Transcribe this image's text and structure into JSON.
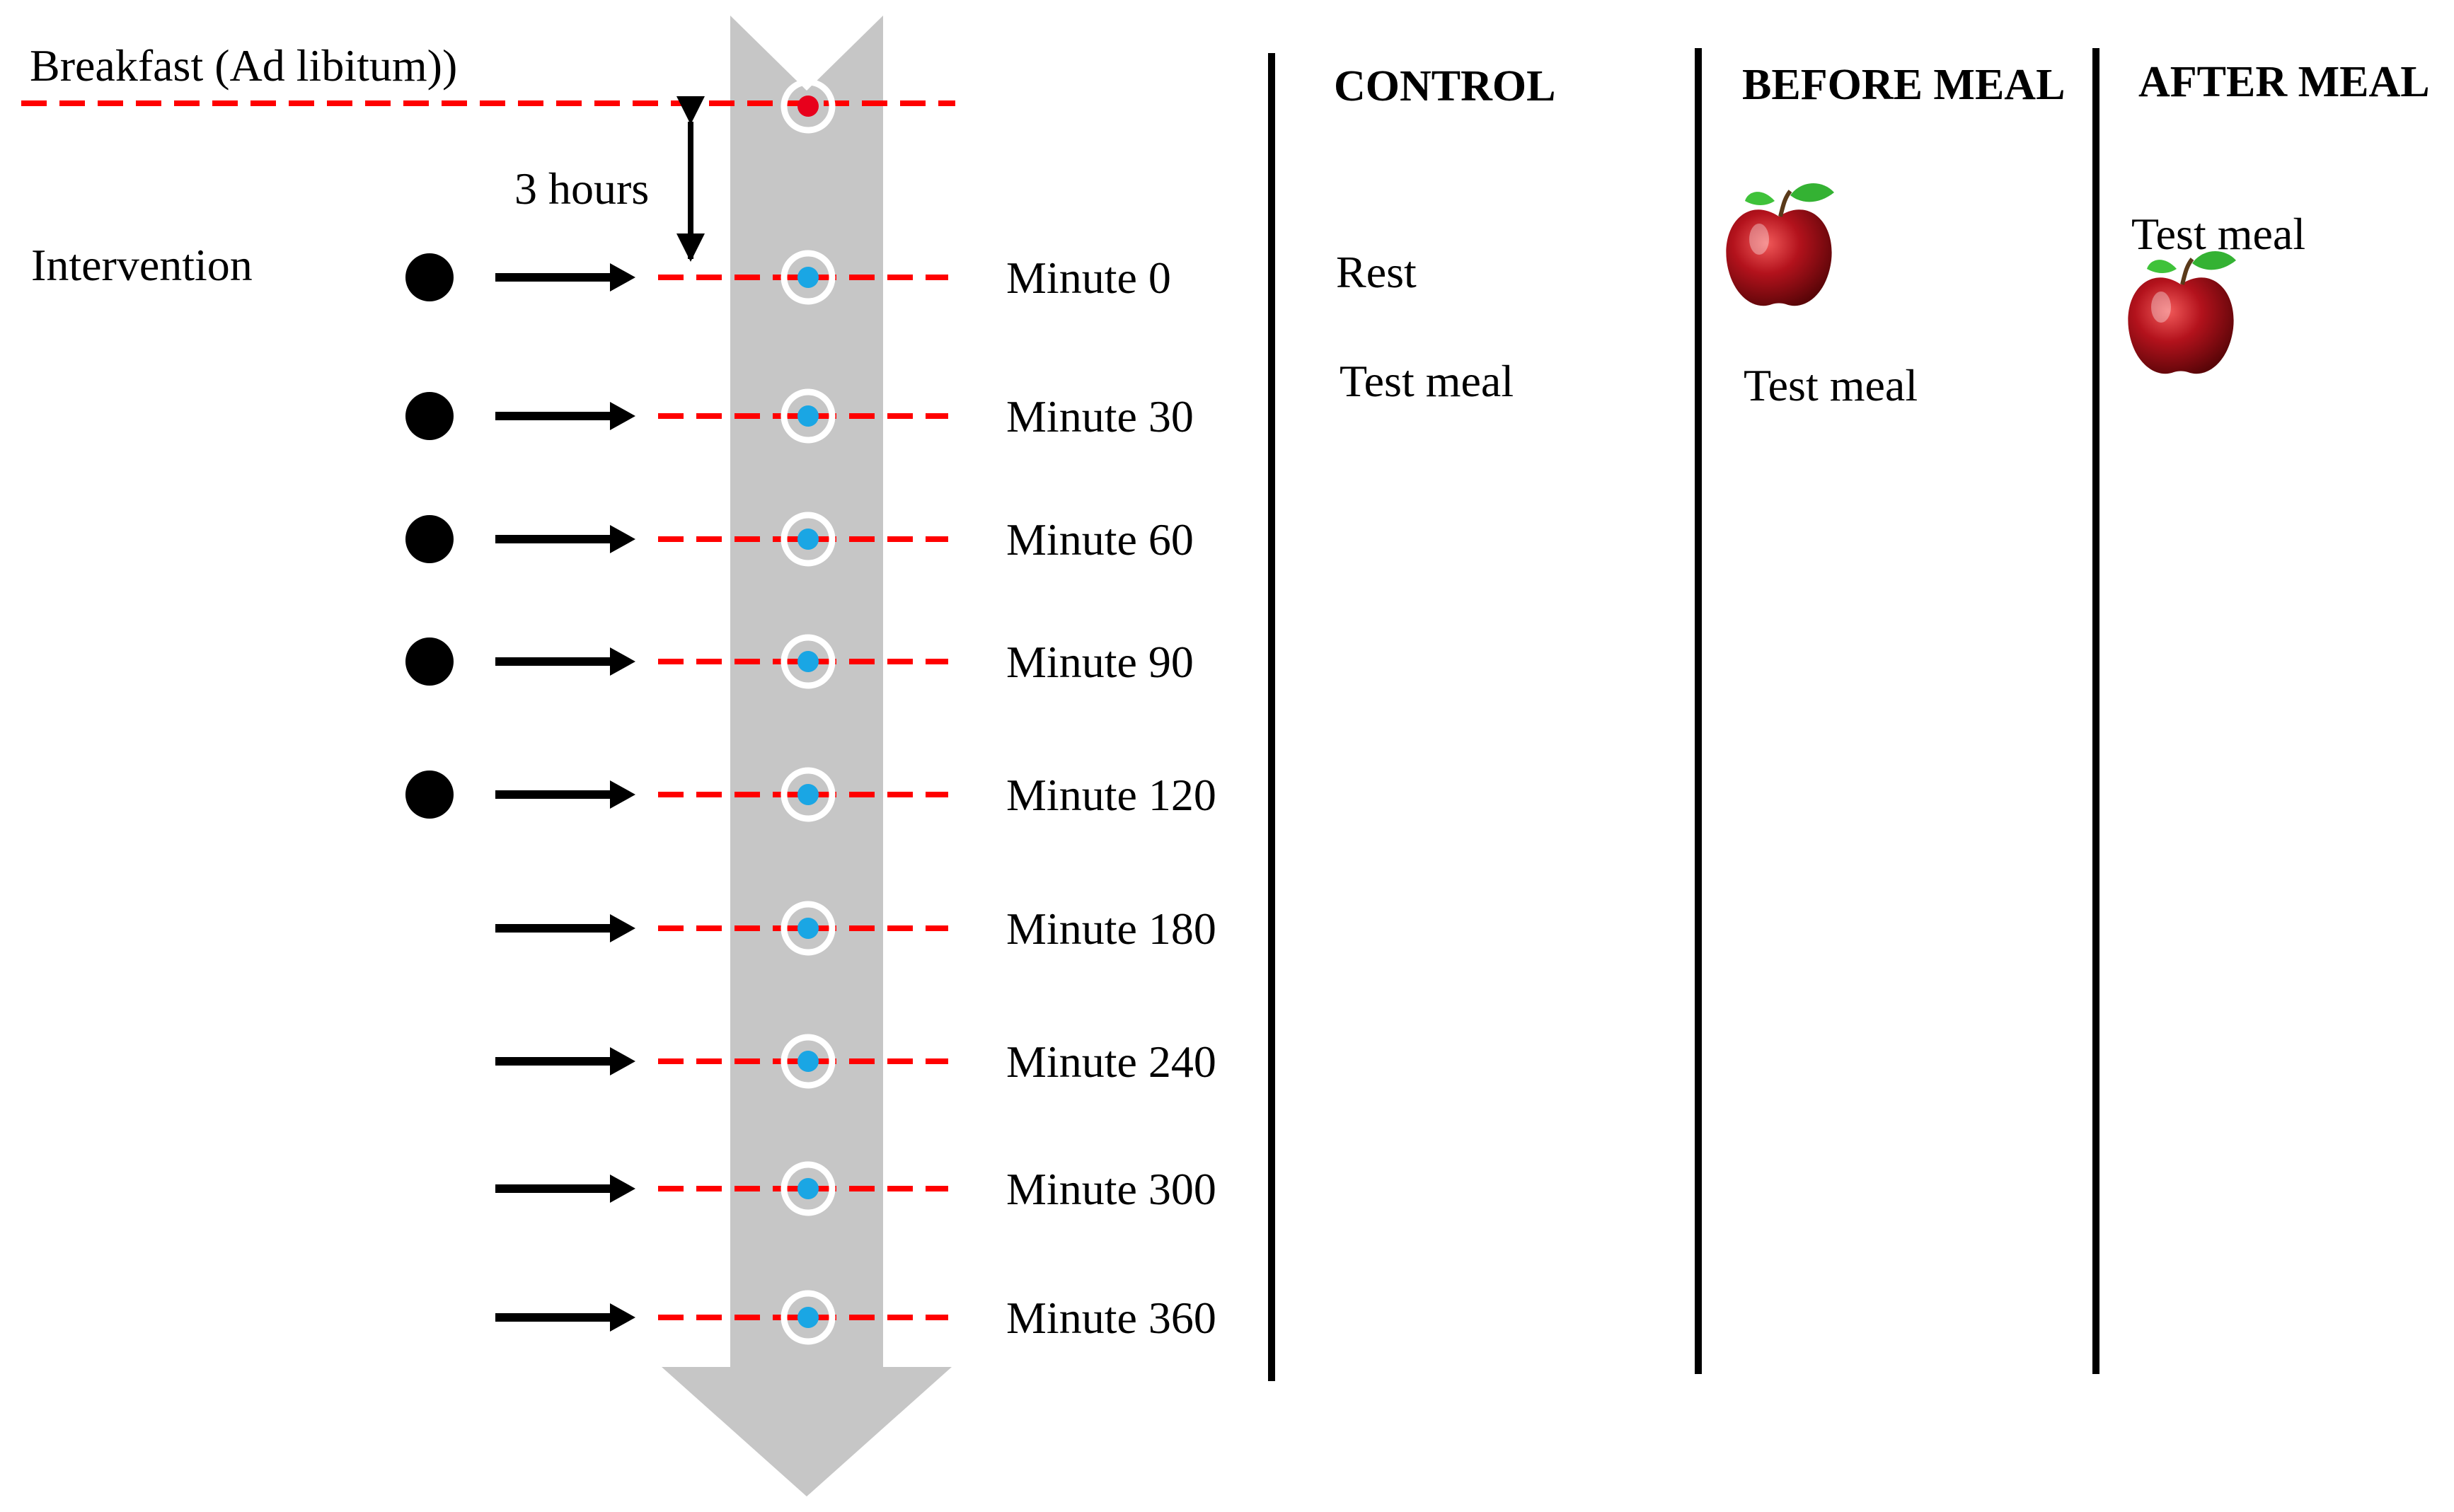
{
  "breakfast_label": "Breakfast (Ad libitum))",
  "gap_label": "3 hours",
  "intervention_label": "Intervention",
  "timepoints": [
    "Minute 0",
    "Minute 30",
    "Minute 60",
    "Minute 90",
    "Minute 120",
    "Minute 180",
    "Minute 240",
    "Minute 300",
    "Minute 360"
  ],
  "intervention_timepoint_count": 5,
  "columns": {
    "control": {
      "header": "CONTROL",
      "items": [
        "Rest",
        "Test meal"
      ]
    },
    "before_meal": {
      "header": "BEFORE MEAL",
      "items": [
        "Test meal"
      ],
      "fruit_icon": "apple-icon"
    },
    "after_meal": {
      "header": "AFTER MEAL",
      "items": [
        "Test meal"
      ],
      "fruit_icon": "apple-icon"
    }
  },
  "colors": {
    "timeline_arrow": "#c6c6c6",
    "dashed_line": "#ff0000",
    "breakfast_dot": "#e8001c",
    "sample_dot": "#1aa6e4",
    "apple": "#b3121c",
    "leaf": "#34b233"
  }
}
